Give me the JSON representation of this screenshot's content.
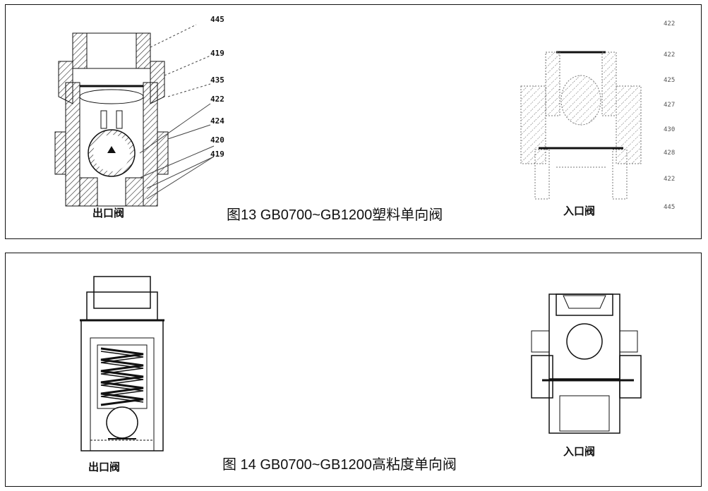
{
  "figure13": {
    "caption": "图13 GB0700~GB1200塑料单向阀",
    "outlet_label": "出口阀",
    "inlet_label": "入口阀",
    "callouts": [
      "445",
      "419",
      "435",
      "422",
      "424",
      "420",
      "419"
    ],
    "inlet_callouts": [
      "422",
      "422",
      "425",
      "427",
      "430",
      "428",
      "422",
      "445"
    ]
  },
  "figure14": {
    "caption": "图 14 GB0700~GB1200高粘度单向阀",
    "outlet_label": "出口阀",
    "inlet_label": "入口阀"
  }
}
